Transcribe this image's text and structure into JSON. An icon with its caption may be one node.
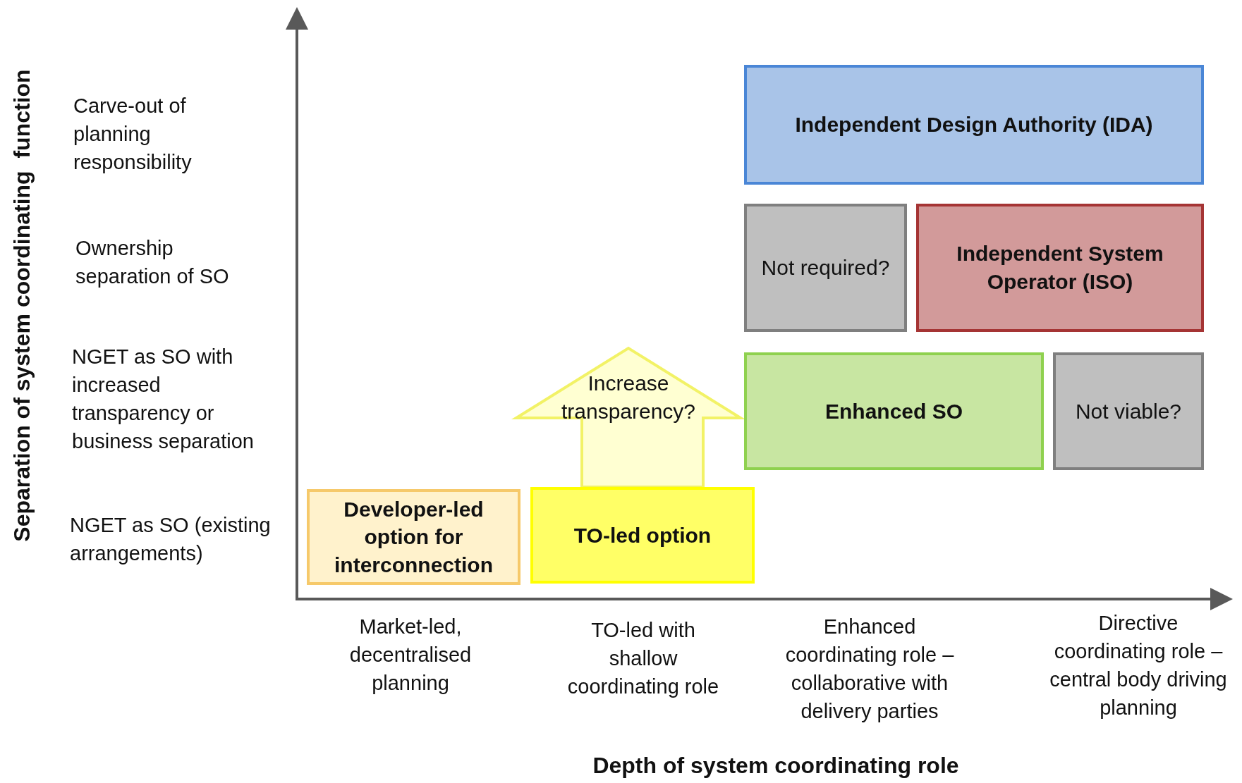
{
  "diagram": {
    "nodes": [
      {
        "text": [
          "Independent Design Authority (IDA)"
        ]
      },
      {
        "text": [
          "Not required?"
        ]
      },
      {
        "text": [
          "Independent System Operator (ISO)"
        ]
      },
      {
        "text": [
          "Increase transparency?"
        ]
      },
      {
        "text": [
          "Enhanced SO"
        ]
      },
      {
        "text": [
          "Not viable?"
        ]
      },
      {
        "text": [
          "Developer-led option for interconnection"
        ]
      },
      {
        "text": [
          "TO-led option"
        ]
      }
    ],
    "edges": [],
    "labels": [
      "Separation of system coordinating  function",
      "Carve-out of planning responsibility",
      "Ownership separation of SO",
      "NGET as SO with increased transparency or business separation",
      "NGET as SO (existing arrangements)",
      "Market-led, decentralised planning",
      "TO-led with shallow coordinating role",
      "Enhanced coordinating role – collaborative with delivery parties",
      "Directive coordinating role – central body driving planning",
      "Depth of system coordinating role"
    ]
  }
}
